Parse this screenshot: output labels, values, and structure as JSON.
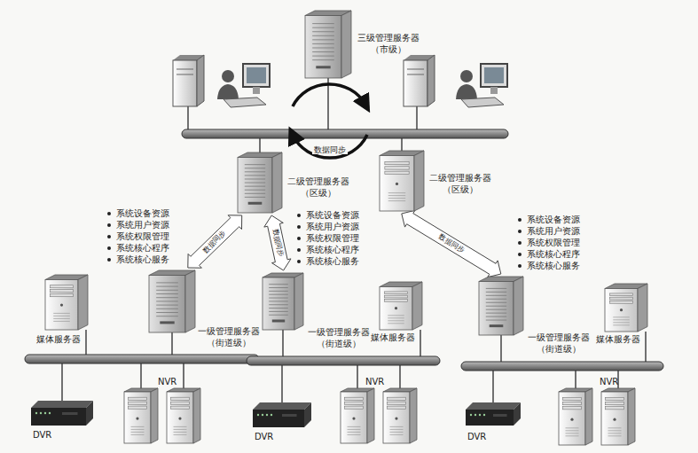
{
  "diagram": {
    "nodes": [
      {
        "text": [
          "三级管理服务器 （市级）"
        ]
      },
      {
        "text": [
          "二级管理服务器 （区级）"
        ]
      },
      {
        "text": [
          "二级管理服务器 （区级）"
        ]
      },
      {
        "text": [
          "媒体服务器"
        ]
      },
      {
        "text": [
          "一级管理服务器 （街道级）"
        ]
      },
      {
        "text": [
          "一级管理服务器 （街道级）"
        ]
      },
      {
        "text": [
          "媒体服务器"
        ]
      },
      {
        "text": [
          "一级管理服务器 （街道级）"
        ]
      },
      {
        "text": [
          "媒体服务器"
        ]
      },
      {
        "text": [
          "DVR"
        ]
      },
      {
        "text": [
          "NVR"
        ]
      },
      {
        "text": [
          "DVR"
        ]
      },
      {
        "text": [
          "NVR"
        ]
      },
      {
        "text": [
          "DVR"
        ]
      },
      {
        "text": [
          "NVR"
        ]
      }
    ],
    "edges": [
      {
        "from": 1,
        "to": 4,
        "label": "数据同步",
        "arrow": "both"
      },
      {
        "from": 1,
        "to": 5,
        "label": "数据同步",
        "arrow": "both"
      },
      {
        "from": 2,
        "to": 7,
        "label": "数据同步",
        "arrow": "both"
      }
    ],
    "labels": [
      "数据同步",
      "系统设备资源",
      "系统用户资源",
      "系统权限管理",
      "系统核心程序",
      "系统核心服务",
      "系统设备资源",
      "系统用户资源",
      "系统权限管理",
      "系统核心程序",
      "系统核心服务",
      "系统设备资源",
      "系统用户资源",
      "系统权限管理",
      "系统核心程序",
      "系统核心服务"
    ]
  }
}
